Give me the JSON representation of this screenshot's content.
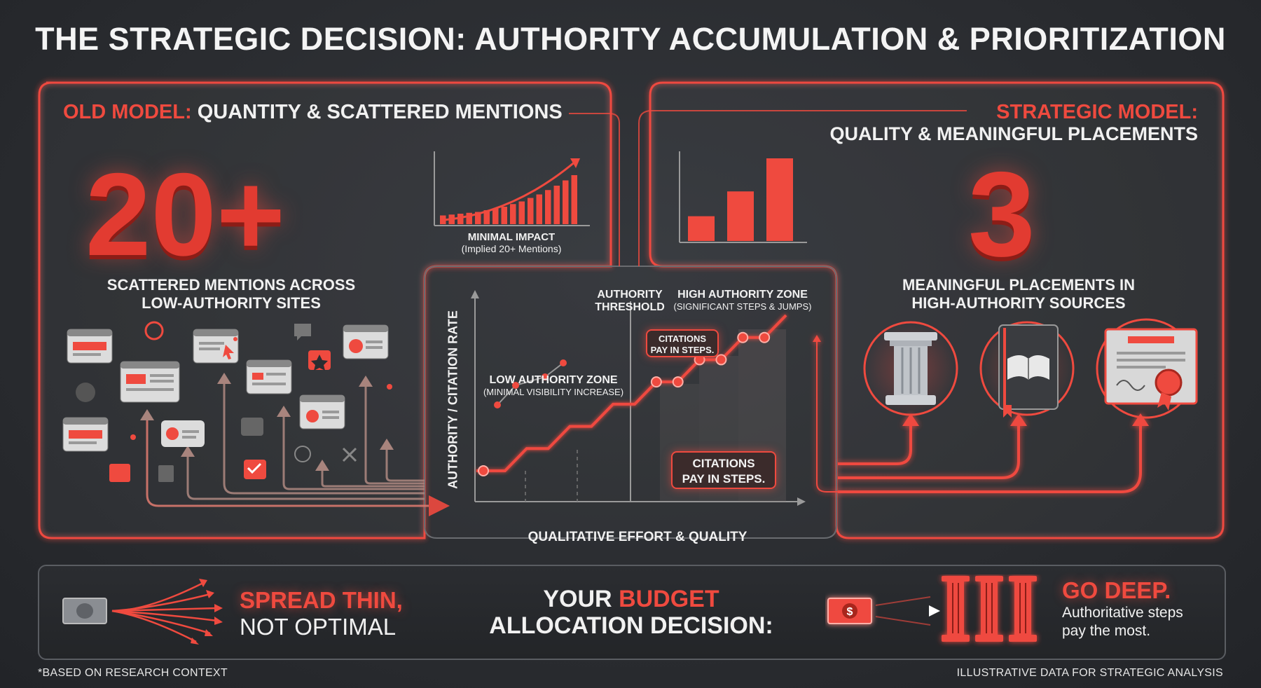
{
  "title": "THE STRATEGIC DECISION: AUTHORITY ACCUMULATION & PRIORITIZATION",
  "old_model": {
    "prefix": "OLD MODEL:",
    "rest": "QUANTITY & SCATTERED MENTIONS",
    "big_number": "20+",
    "caption_line1": "SCATTERED MENTIONS ACROSS",
    "caption_line2": "LOW-AUTHORITY SITES",
    "chart_label": "MINIMAL IMPACT",
    "chart_sublabel": "(Implied 20+ Mentions)"
  },
  "strategic_model": {
    "line1": "STRATEGIC MODEL:",
    "line2": "QUALITY & MEANINGFUL PLACEMENTS",
    "big_number": "3",
    "caption_line1": "MEANINGFUL PLACEMENTS IN",
    "caption_line2": "HIGH-AUTHORITY SOURCES",
    "icons": [
      "pillar-icon",
      "book-icon",
      "certificate-icon"
    ]
  },
  "middle_chart": {
    "y_label": "AUTHORITY / CITATION RATE",
    "x_label": "QUALITATIVE EFFORT & QUALITY",
    "low_zone": "LOW AUTHORITY ZONE",
    "low_zone_sub": "(MINIMAL VISIBILITY INCREASE)",
    "threshold_line1": "AUTHORITY",
    "threshold_line2": "THRESHOLD",
    "high_zone": "HIGH AUTHORITY ZONE",
    "high_zone_sub": "(SIGNIFICANT STEPS & JUMPS)",
    "callout_small_1": "CITATIONS",
    "callout_small_2": "PAY IN STEPS.",
    "callout_big_1": "CITATIONS",
    "callout_big_2": "PAY IN STEPS."
  },
  "bottom": {
    "spread_line1": "SPREAD THIN,",
    "spread_line2": "NOT OPTIMAL",
    "center_pre": "YOUR",
    "center_accent": "BUDGET",
    "center_line2": "ALLOCATION DECISION:",
    "deep_title": "GO DEEP.",
    "deep_line1": "Authoritative steps",
    "deep_line2": "pay the most."
  },
  "footer": {
    "left": "*BASED ON RESEARCH CONTEXT",
    "right": "ILLUSTRATIVE DATA FOR STRATEGIC ANALYSIS"
  },
  "colors": {
    "accent": "#ef4a3f",
    "background": "#2b2d31",
    "text": "#f1f1f1",
    "muted": "#9a8580"
  },
  "chart_data": [
    {
      "type": "line",
      "title": "MINIMAL IMPACT",
      "note": "small rising bars with upward trend arrow",
      "values": [
        1,
        1.1,
        1.2,
        1.3,
        1.4,
        1.6,
        1.8,
        2,
        2.3,
        2.6,
        3,
        3.4,
        3.9,
        4.4,
        5,
        5.6
      ]
    },
    {
      "type": "bar",
      "values": [
        3,
        6,
        10
      ]
    },
    {
      "type": "line",
      "xlabel": "QUALITATIVE EFFORT & QUALITY",
      "ylabel": "AUTHORITY / CITATION RATE",
      "series": [
        {
          "values": [
            1,
            1,
            2,
            2,
            3,
            3,
            4,
            4,
            5,
            5,
            6,
            6,
            7,
            7,
            8
          ]
        }
      ]
    }
  ]
}
